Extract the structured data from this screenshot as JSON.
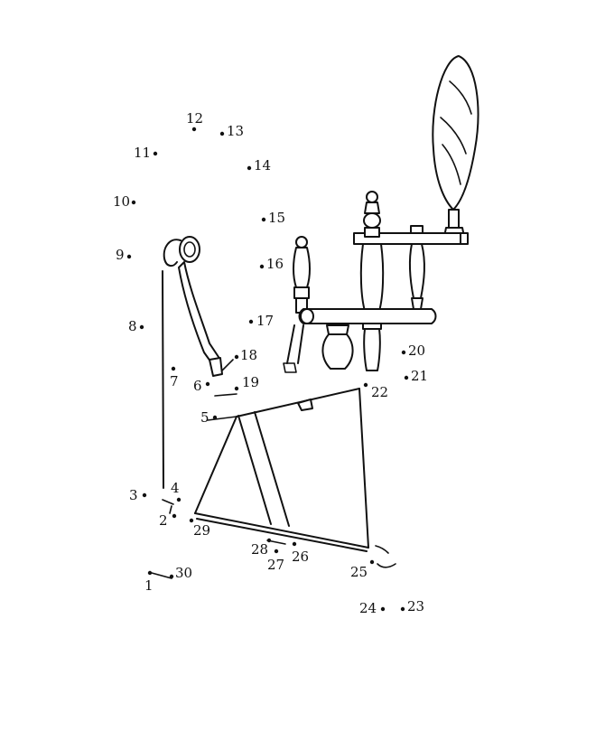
{
  "puzzle": {
    "numbers": [
      "1",
      "2",
      "3",
      "4",
      "5",
      "6",
      "7",
      "8",
      "9",
      "10",
      "11",
      "12",
      "13",
      "14",
      "15",
      "16",
      "17",
      "18",
      "19",
      "20",
      "21",
      "22",
      "23",
      "24",
      "25",
      "26",
      "27",
      "28",
      "29",
      "30"
    ]
  }
}
